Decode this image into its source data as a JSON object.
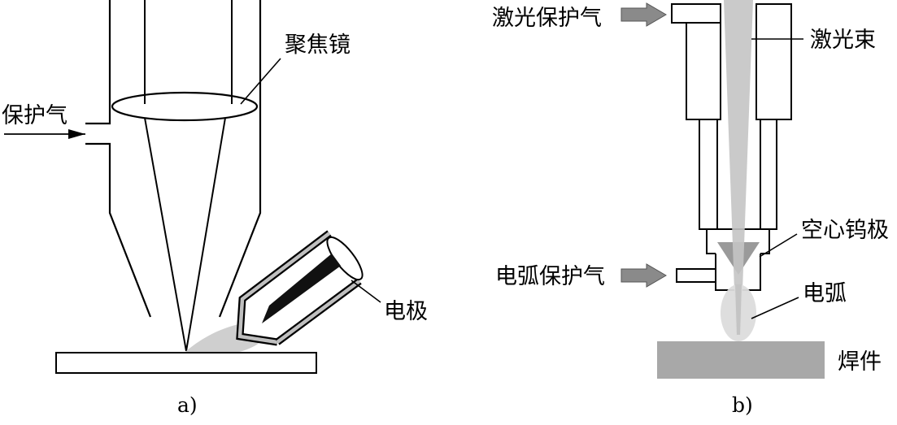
{
  "panel_a": {
    "caption": "a)",
    "labels": {
      "focusing_lens": "聚焦镜",
      "shielding_gas": "保护气",
      "electrode": "电极"
    }
  },
  "panel_b": {
    "caption": "b)",
    "labels": {
      "laser_shielding_gas": "激光保护气",
      "laser_beam": "激光束",
      "hollow_tungsten_electrode": "空心钨极",
      "arc_shielding_gas": "电弧保护气",
      "arc": "电弧",
      "workpiece": "焊件"
    }
  },
  "colors": {
    "line": "#000000",
    "beam": "#c4c4c4",
    "arc_glow": "#dcdcdc",
    "workpiece": "#a8a8a8",
    "arrow": "#8a8a8a",
    "cone": "#9a9a9a"
  }
}
